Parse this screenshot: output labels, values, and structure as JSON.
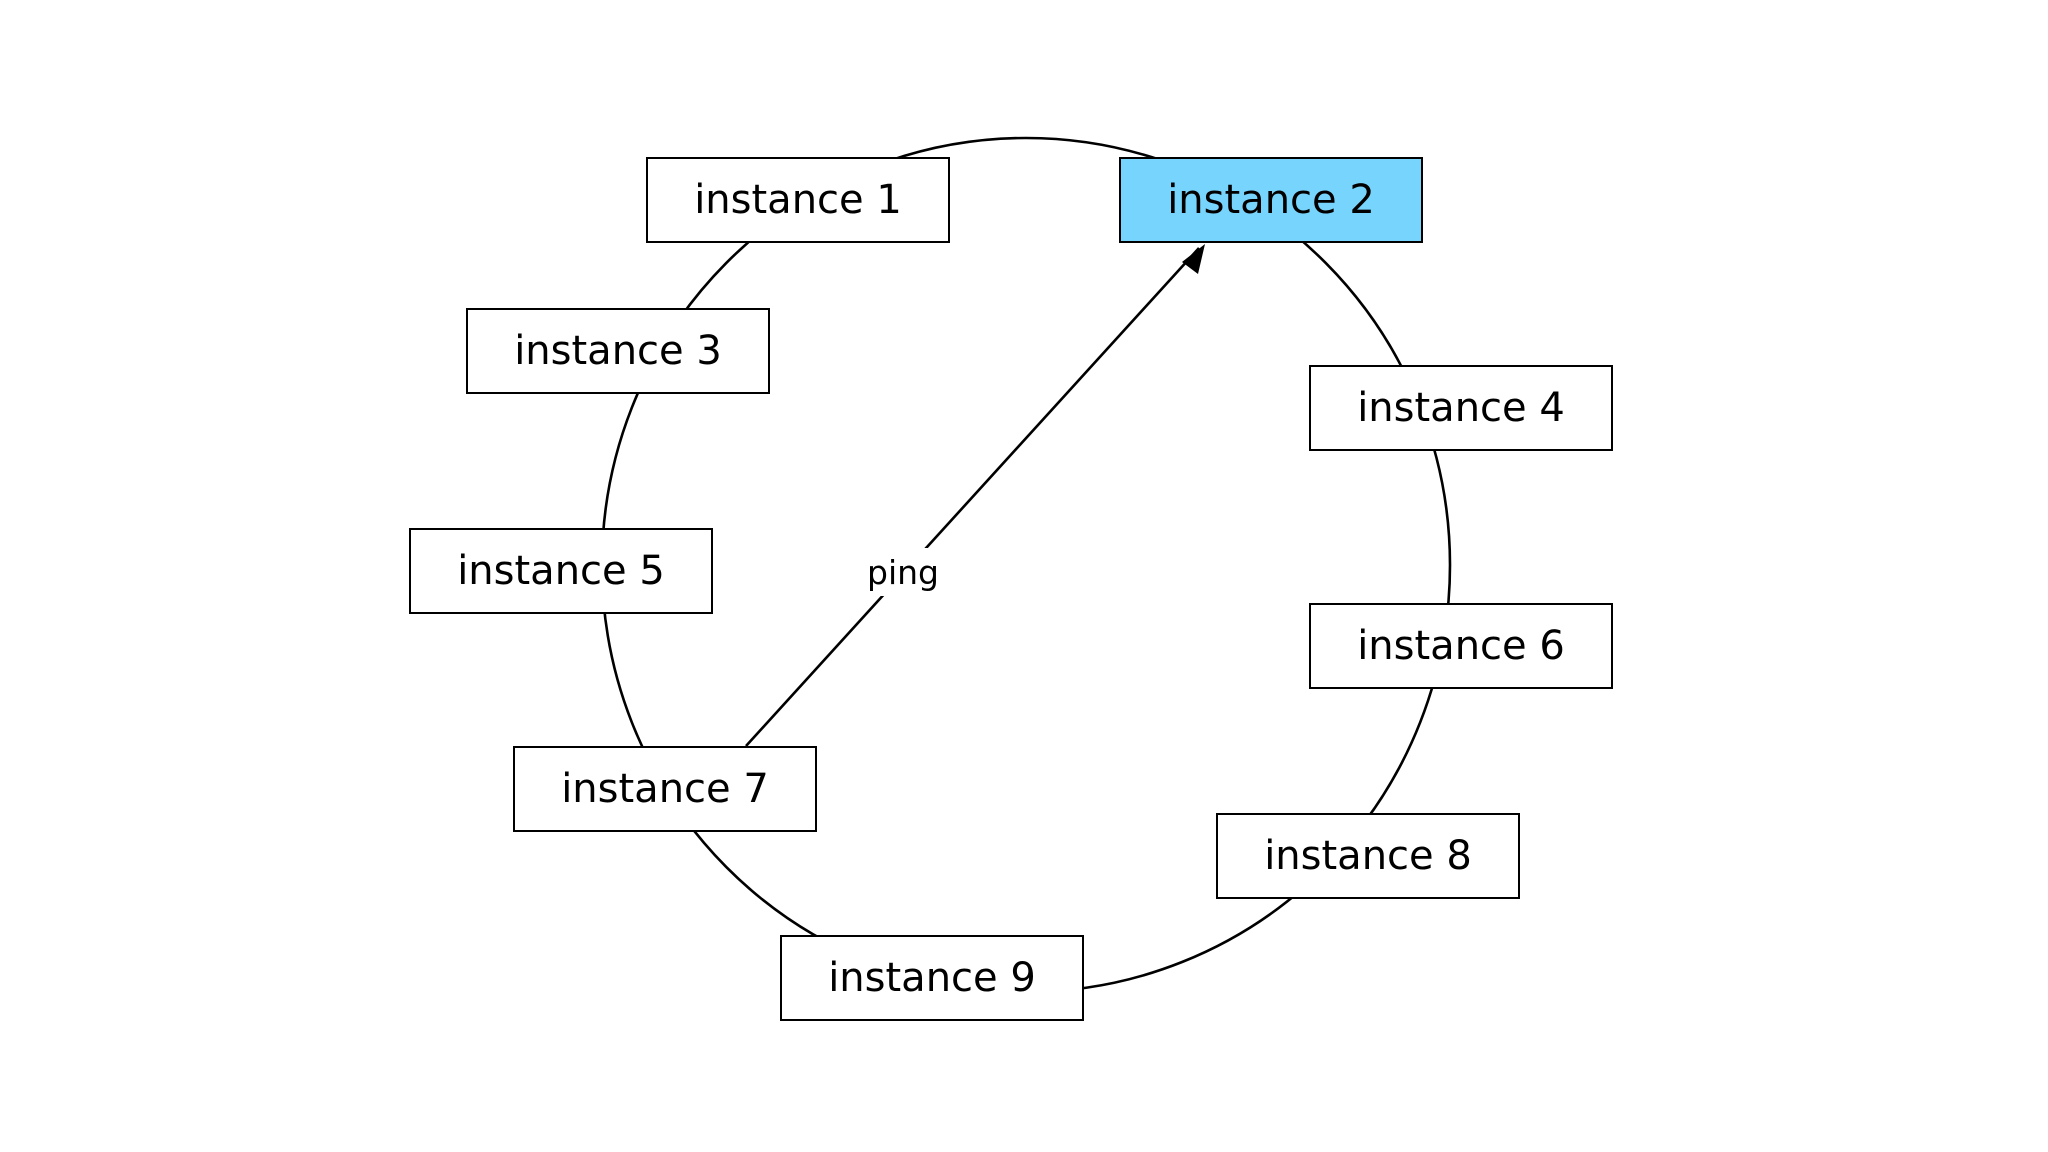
{
  "diagram": {
    "nodes": [
      {
        "id": "n1",
        "label": "instance 1"
      },
      {
        "id": "n2",
        "label": "instance 2",
        "highlighted": true
      },
      {
        "id": "n3",
        "label": "instance 3"
      },
      {
        "id": "n4",
        "label": "instance 4"
      },
      {
        "id": "n5",
        "label": "instance 5"
      },
      {
        "id": "n6",
        "label": "instance 6"
      },
      {
        "id": "n7",
        "label": "instance 7"
      },
      {
        "id": "n8",
        "label": "instance 8"
      },
      {
        "id": "n9",
        "label": "instance 9"
      }
    ],
    "edge": {
      "from": "n7",
      "to": "n2",
      "label": "ping"
    },
    "colors": {
      "highlight": "#77d4fc",
      "stroke": "#000000",
      "background": "#ffffff"
    }
  }
}
